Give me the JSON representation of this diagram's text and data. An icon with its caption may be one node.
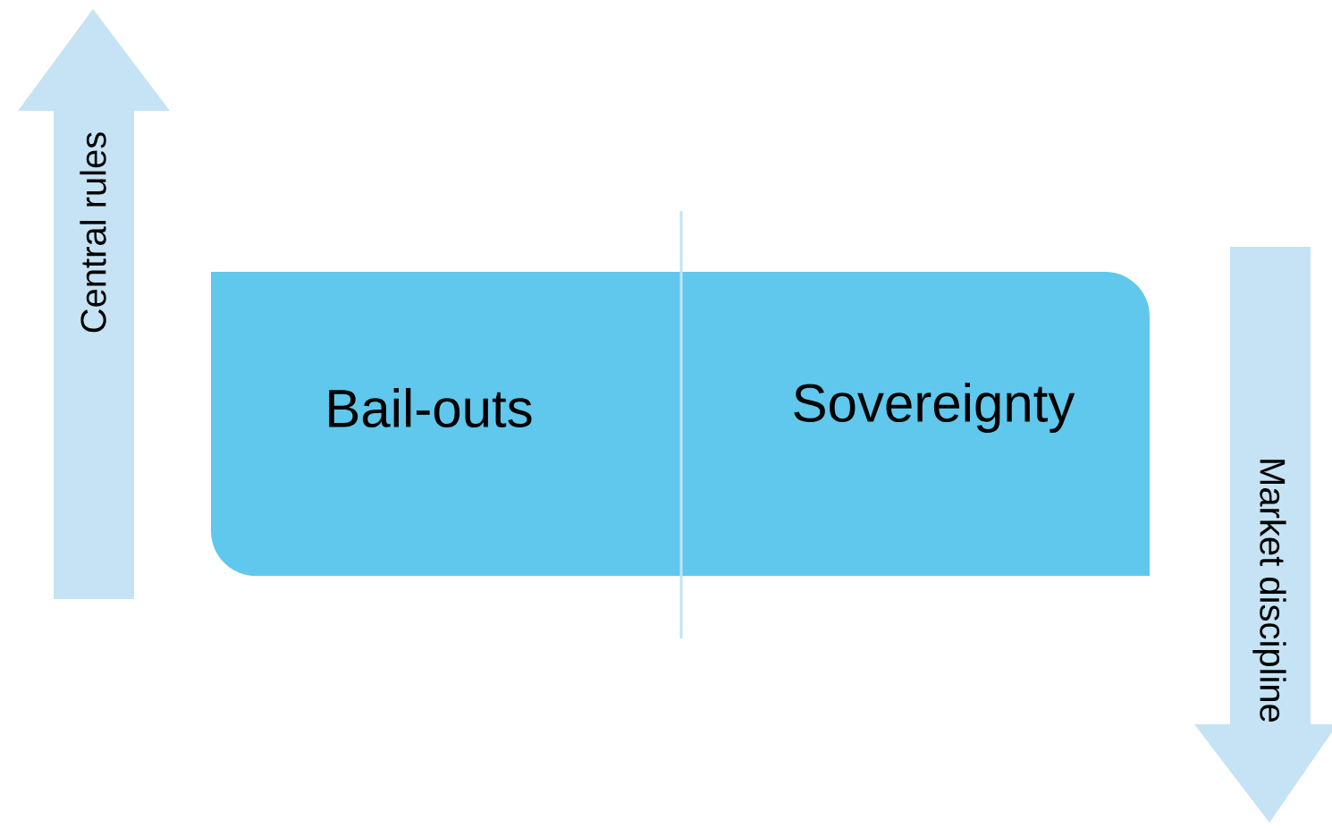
{
  "diagram": {
    "nodes": [
      {
        "text": [
          "Central rules"
        ]
      },
      {
        "text": [
          "Bail-outs"
        ]
      },
      {
        "text": [
          "Sovereignty"
        ]
      },
      {
        "text": [
          "Market discipline"
        ]
      }
    ]
  }
}
